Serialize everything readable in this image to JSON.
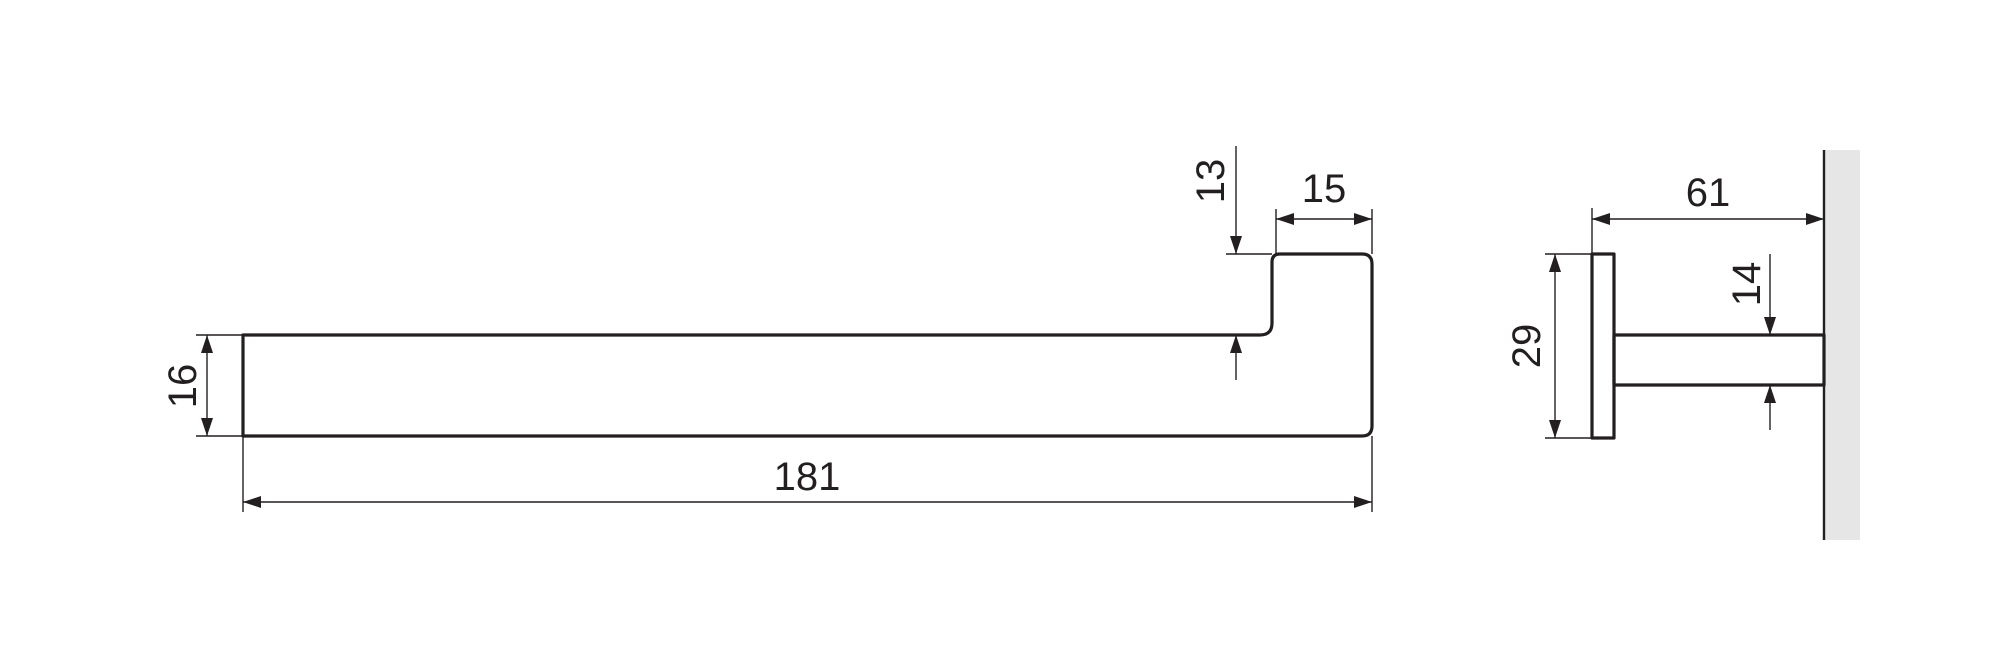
{
  "dimensions": {
    "length": "181",
    "height": "16",
    "tip_drop": "13",
    "tip_width": "15",
    "projection": "61",
    "plate_height": "29",
    "arm_thickness": "14"
  },
  "colors": {
    "line": "#231f20",
    "wall": "#e6e6e7",
    "background": "#ffffff"
  }
}
